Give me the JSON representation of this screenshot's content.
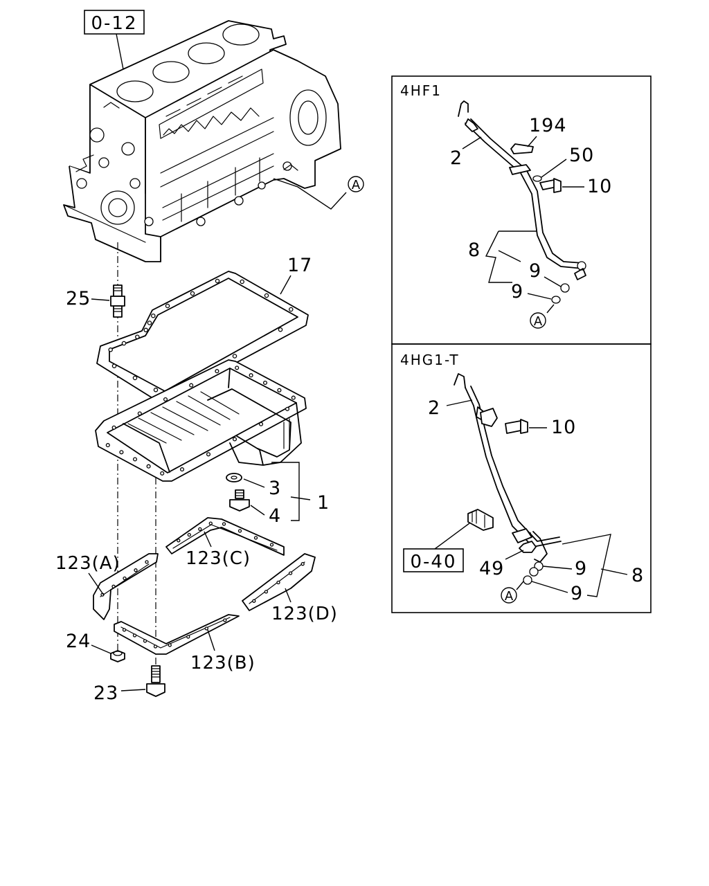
{
  "references": {
    "block": "0-12",
    "sensor": "0-40"
  },
  "callouts": {
    "oil_pan": "1",
    "drain_washer": "3",
    "drain_plug": "4",
    "pan_gasket": "17",
    "stud": "25",
    "bolt_23": "23",
    "nut_24": "24",
    "baffle_a": "123(A)",
    "baffle_b": "123(B)",
    "baffle_c": "123(C)",
    "baffle_d": "123(D)"
  },
  "circle_marks": {
    "a": "A"
  },
  "panels": [
    {
      "title": "4HF1",
      "callouts": {
        "gauge": "2",
        "bracket": "194",
        "washer": "50",
        "bolt": "10",
        "pipe": "8",
        "oring_1": "9",
        "oring_2": "9"
      }
    },
    {
      "title": "4HG1-T",
      "callouts": {
        "gauge": "2",
        "bolt": "10",
        "nut": "49",
        "oring_1": "9",
        "oring_2": "9",
        "pipe": "8"
      }
    }
  ]
}
